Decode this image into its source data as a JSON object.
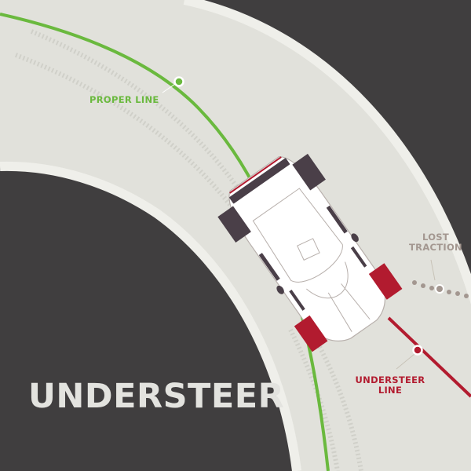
{
  "title": "UNDERSTEER",
  "labels": {
    "proper_line": "PROPER LINE",
    "lost_traction_line1": "LOST",
    "lost_traction_line2": "TRACTION",
    "understeer_line1": "UNDERSTEER",
    "understeer_line2": "LINE"
  },
  "colors": {
    "background": "#403e3f",
    "track": "#e1e1db",
    "track_edge": "#ececE6",
    "proper_line": "#6ab93e",
    "understeer_line": "#b21b2f",
    "lost_traction_dots": "#a39790",
    "title": "#e3e3df",
    "car_body": "#ffffff",
    "car_dark_tires": "#4a3f48",
    "car_red_tires": "#b21b2f"
  },
  "icons": {
    "car": "race-car-top-view",
    "proper_marker": "circle-marker",
    "understeer_marker": "circle-marker",
    "lost_traction_marker": "circle-marker"
  }
}
